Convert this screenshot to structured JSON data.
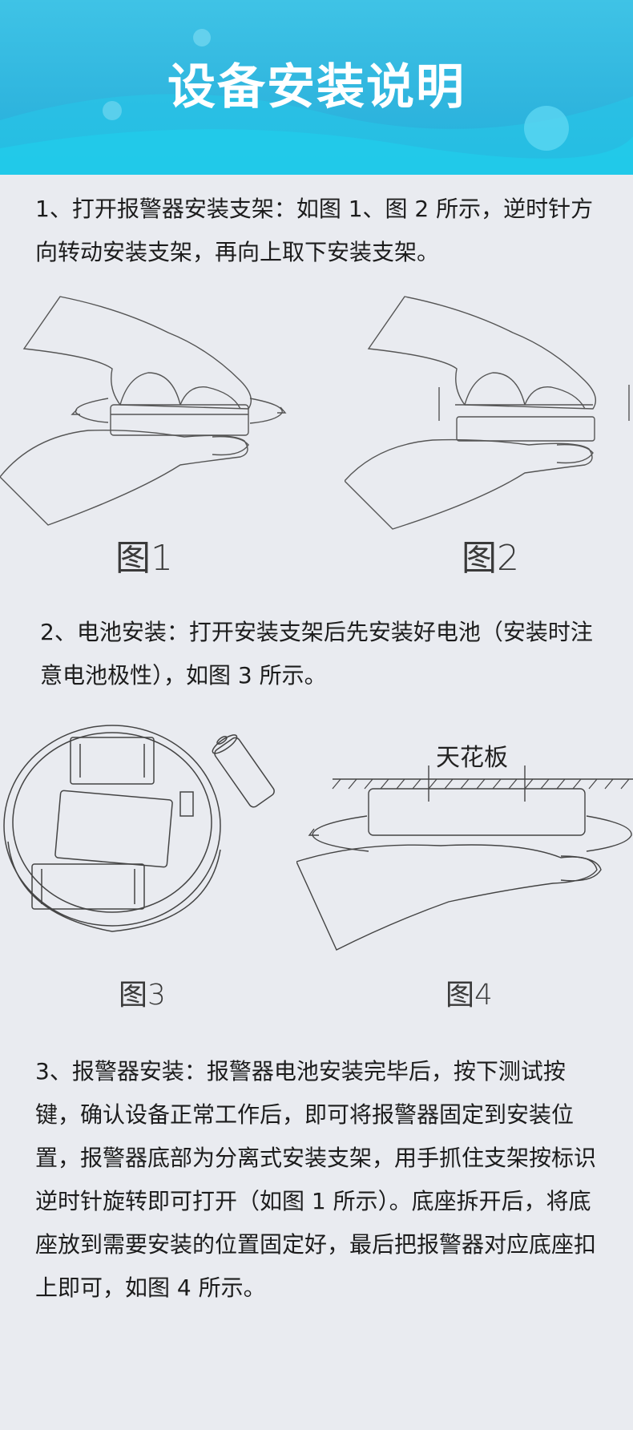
{
  "header": {
    "title": "设备安装说明"
  },
  "sections": [
    {
      "text": "1、打开报警器安装支架：如图 1、图 2 所示，逆时针方向转动安装支架，再向上取下安装支架。"
    },
    {
      "text": "2、电池安装：打开安装支架后先安装好电池（安装时注意电池极性），如图 3 所示。"
    },
    {
      "text": "3、报警器安装：报警器电池安装完毕后，按下测试按键，确认设备正常工作后，即可将报警器固定到安装位置，报警器底部为分离式安装支架，用手抓住支架按标识逆时针旋转即可打开（如图 1 所示）。底座拆开后，将底座放到需要安装的位置固定好，最后把报警器对应底座扣上即可，如图 4 所示。"
    }
  ],
  "figures": {
    "fig1": {
      "caption": "图1"
    },
    "fig2": {
      "caption": "图2"
    },
    "fig3": {
      "caption": "图3"
    },
    "fig4": {
      "caption": "图4",
      "label": "天花板"
    }
  },
  "colors": {
    "banner": "#2fb5de",
    "background": "#e9ebf0"
  }
}
